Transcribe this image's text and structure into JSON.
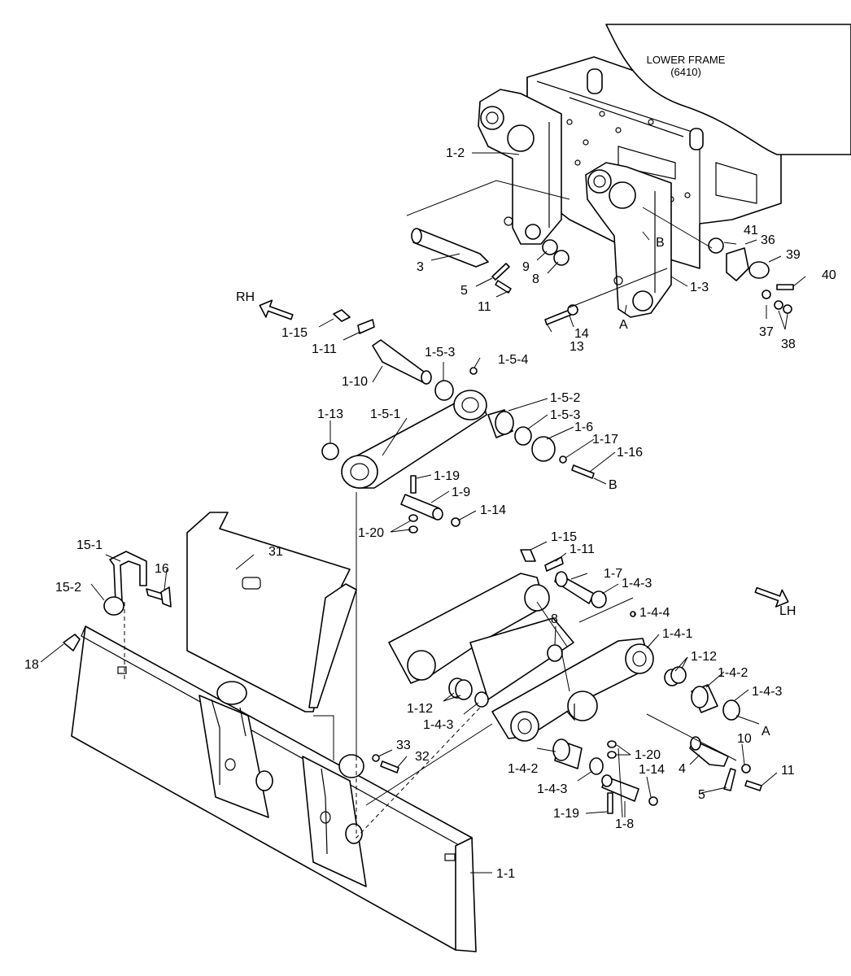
{
  "frame": {
    "title": "LOWER FRAME",
    "code": "(6410)"
  },
  "directions": {
    "rh": "RH",
    "lh": "LH"
  },
  "callouts": [
    {
      "id": "c1_2",
      "label": "1-2"
    },
    {
      "id": "c3",
      "label": "3"
    },
    {
      "id": "c5a",
      "label": "5"
    },
    {
      "id": "c11a",
      "label": "11"
    },
    {
      "id": "c9",
      "label": "9"
    },
    {
      "id": "c8a",
      "label": "8"
    },
    {
      "id": "cBtop",
      "label": "B"
    },
    {
      "id": "c1_3",
      "label": "1-3"
    },
    {
      "id": "cAtop",
      "label": "A"
    },
    {
      "id": "c14",
      "label": "14"
    },
    {
      "id": "c13",
      "label": "13"
    },
    {
      "id": "c41",
      "label": "41"
    },
    {
      "id": "c36",
      "label": "36"
    },
    {
      "id": "c39",
      "label": "39"
    },
    {
      "id": "c40",
      "label": "40"
    },
    {
      "id": "c37",
      "label": "37"
    },
    {
      "id": "c38",
      "label": "38"
    },
    {
      "id": "c1_15a",
      "label": "1-15"
    },
    {
      "id": "c1_11a",
      "label": "1-11"
    },
    {
      "id": "c1_10",
      "label": "1-10"
    },
    {
      "id": "c1_5_3a",
      "label": "1-5-3"
    },
    {
      "id": "c1_5_4",
      "label": "1-5-4"
    },
    {
      "id": "c1_13",
      "label": "1-13"
    },
    {
      "id": "c1_5_1",
      "label": "1-5-1"
    },
    {
      "id": "c1_5_2",
      "label": "1-5-2"
    },
    {
      "id": "c1_5_3b",
      "label": "1-5-3"
    },
    {
      "id": "c1_6",
      "label": "1-6"
    },
    {
      "id": "c1_17",
      "label": "1-17"
    },
    {
      "id": "c1_16",
      "label": "1-16"
    },
    {
      "id": "cBmid",
      "label": "B"
    },
    {
      "id": "c1_19a",
      "label": "1-19"
    },
    {
      "id": "c1_9",
      "label": "1-9"
    },
    {
      "id": "c1_14a",
      "label": "1-14"
    },
    {
      "id": "c1_20a",
      "label": "1-20"
    },
    {
      "id": "c31",
      "label": "31"
    },
    {
      "id": "c15_1",
      "label": "15-1"
    },
    {
      "id": "c16",
      "label": "16"
    },
    {
      "id": "c15_2",
      "label": "15-2"
    },
    {
      "id": "c18",
      "label": "18"
    },
    {
      "id": "c1_15b",
      "label": "1-15"
    },
    {
      "id": "c1_11b",
      "label": "1-11"
    },
    {
      "id": "c1_7",
      "label": "1-7"
    },
    {
      "id": "c1_4_3a",
      "label": "1-4-3"
    },
    {
      "id": "c1_4_4",
      "label": "1-4-4"
    },
    {
      "id": "c1_4_1",
      "label": "1-4-1"
    },
    {
      "id": "c8b",
      "label": "8"
    },
    {
      "id": "c1_12a",
      "label": "1-12"
    },
    {
      "id": "c1_4_2a",
      "label": "1-4-2"
    },
    {
      "id": "c1_4_3b",
      "label": "1-4-3"
    },
    {
      "id": "cAlow",
      "label": "A"
    },
    {
      "id": "c1_12b",
      "label": "1-12"
    },
    {
      "id": "c1_4_3c",
      "label": "1-4-3"
    },
    {
      "id": "c33",
      "label": "33"
    },
    {
      "id": "c32",
      "label": "32"
    },
    {
      "id": "c10",
      "label": "10"
    },
    {
      "id": "c1_20b",
      "label": "1-20"
    },
    {
      "id": "c4",
      "label": "4"
    },
    {
      "id": "c11b",
      "label": "11"
    },
    {
      "id": "c1_4_2b",
      "label": "1-4-2"
    },
    {
      "id": "c1_14b",
      "label": "1-14"
    },
    {
      "id": "c5b",
      "label": "5"
    },
    {
      "id": "c1_4_3d",
      "label": "1-4-3"
    },
    {
      "id": "c1_19b",
      "label": "1-19"
    },
    {
      "id": "c1_8",
      "label": "1-8"
    },
    {
      "id": "c1_1",
      "label": "1-1"
    }
  ]
}
